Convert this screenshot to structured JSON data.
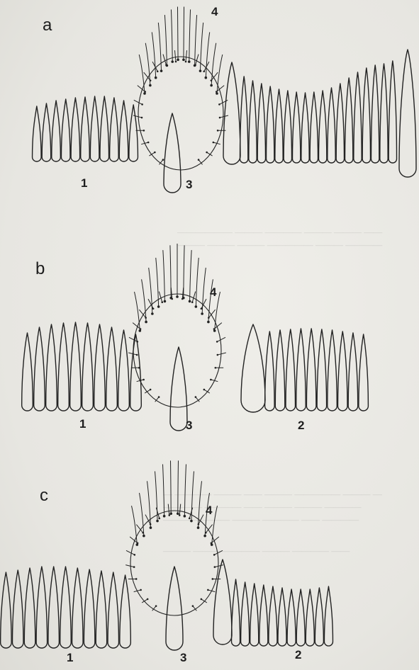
{
  "panels": [
    {
      "letter": "a",
      "labels": {
        "comb_left": "1",
        "comb_right": "",
        "spur": "3",
        "setae": "4"
      }
    },
    {
      "letter": "b",
      "labels": {
        "comb_left": "1",
        "comb_right": "2",
        "spur": "3",
        "setae": "4"
      }
    },
    {
      "letter": "c",
      "labels": {
        "comb_left": "1",
        "comb_right": "2",
        "spur": "3",
        "setae": "4"
      }
    }
  ],
  "colors": {
    "ink": "#222222",
    "paper": "#e9e8e3"
  }
}
